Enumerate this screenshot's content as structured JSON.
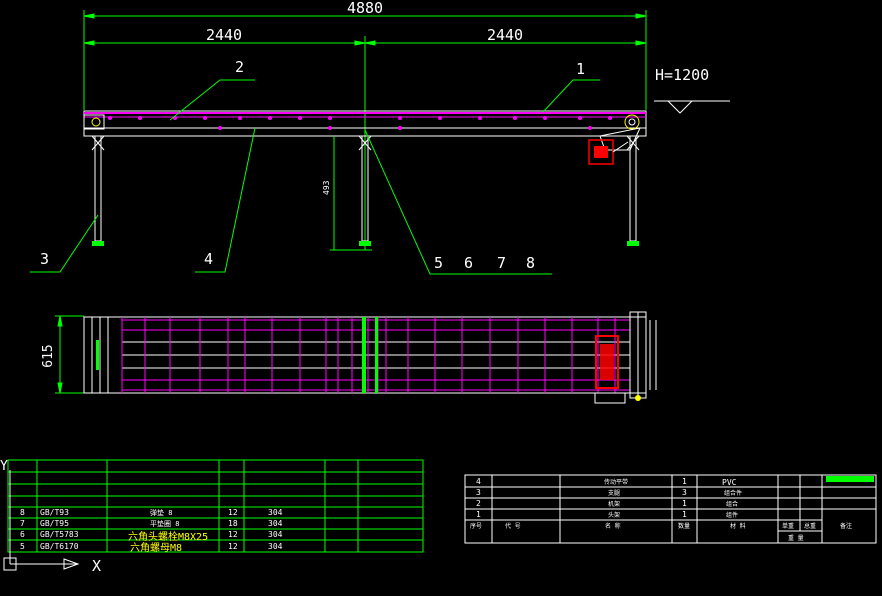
{
  "colors": {
    "background": "#000000",
    "white": "#ffffff",
    "green": "#00ff00",
    "magenta": "#ff00ff",
    "red": "#ff0000",
    "yellow": "#ffff00"
  },
  "dimensions": {
    "overall_length": "4880",
    "half_left": "2440",
    "half_right": "2440",
    "height": "H=1200",
    "width": "615",
    "leg_small": "493"
  },
  "callouts": {
    "c1": "1",
    "c2": "2",
    "c3": "3",
    "c4": "4",
    "c5": "5",
    "c6": "6",
    "c7": "7",
    "c8": "8"
  },
  "bom_left": {
    "rows": [
      {
        "no": "8",
        "std": "GB/T93",
        "name": "弹垫 8",
        "qty": "12",
        "mat": "304"
      },
      {
        "no": "7",
        "std": "GB/T95",
        "name": "平垫圈 8",
        "qty": "18",
        "mat": "304"
      },
      {
        "no": "6",
        "std": "GB/T5783",
        "name": "六角头螺栓M8X25",
        "qty": "12",
        "mat": "304"
      },
      {
        "no": "5",
        "std": "GB/T6170",
        "name": "六角螺母M8",
        "qty": "12",
        "mat": "304"
      }
    ]
  },
  "bom_right": {
    "rows": [
      {
        "no": "4",
        "name": "传动平带",
        "qty": "1",
        "mat": "PVC"
      },
      {
        "no": "3",
        "name": "支腿",
        "qty": "3",
        "mat": "组合件"
      },
      {
        "no": "2",
        "name": "机架",
        "qty": "1",
        "mat": "组合"
      },
      {
        "no": "1",
        "name": "头架",
        "qty": "1",
        "mat": "组件"
      }
    ],
    "header": {
      "no": "序号",
      "code": "代 号",
      "name": "名 称",
      "qty": "数量",
      "mat": "材 料",
      "unit_weight": "单重",
      "total_weight": "总重",
      "weight": "重 量",
      "remark": "备注"
    }
  },
  "ucs": {
    "x_label": "X",
    "y_label": "Y"
  }
}
